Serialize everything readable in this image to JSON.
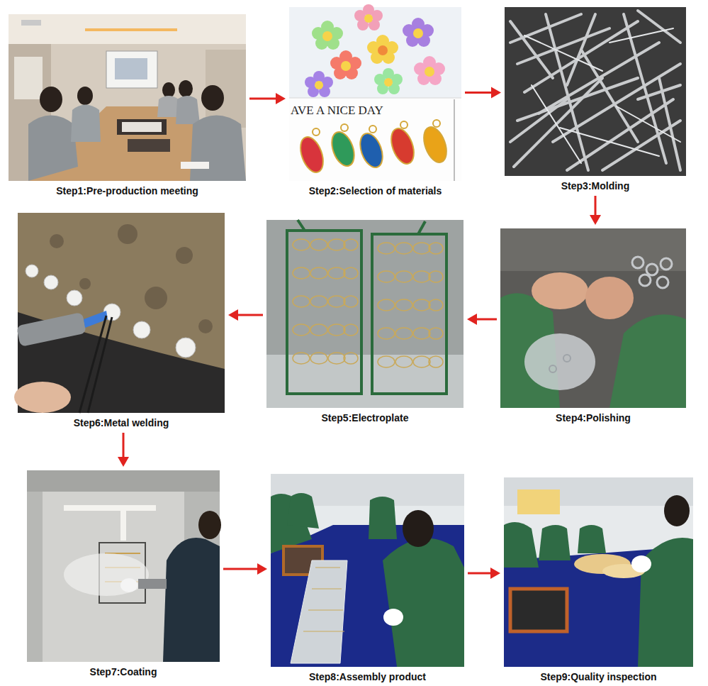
{
  "diagram": {
    "nodes": [
      {
        "text": [
          "Step1:Pre-production meeting"
        ]
      },
      {
        "text": [
          "Step2:Selection of materials"
        ]
      },
      {
        "text": [
          "Step3:Molding"
        ]
      },
      {
        "text": [
          "Step4:Polishing"
        ]
      },
      {
        "text": [
          "Step5:Electroplate"
        ]
      },
      {
        "text": [
          "Step6:Metal welding"
        ]
      },
      {
        "text": [
          "Step7:Coating"
        ]
      },
      {
        "text": [
          "Step8:Assembly product"
        ]
      },
      {
        "text": [
          "Step9:Quality inspection"
        ]
      }
    ],
    "edges": [
      {
        "from": 0,
        "to": 1,
        "arrow": "to"
      },
      {
        "from": 1,
        "to": 2,
        "arrow": "to"
      },
      {
        "from": 2,
        "to": 3,
        "arrow": "to"
      },
      {
        "from": 3,
        "to": 4,
        "arrow": "to"
      },
      {
        "from": 4,
        "to": 5,
        "arrow": "to"
      },
      {
        "from": 5,
        "to": 6,
        "arrow": "to"
      },
      {
        "from": 6,
        "to": 7,
        "arrow": "to"
      },
      {
        "from": 7,
        "to": 8,
        "arrow": "to"
      }
    ],
    "labels": [
      "AVE A NICE DAY"
    ]
  }
}
